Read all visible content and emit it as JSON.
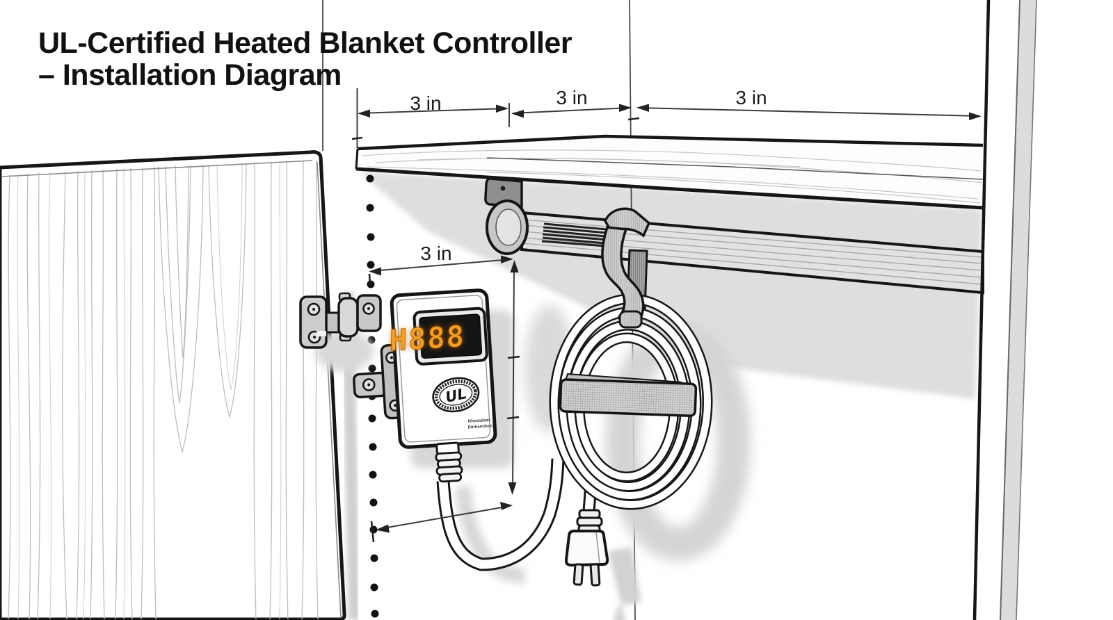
{
  "title": {
    "line1": "UL-Certified Heated Blanket Controller",
    "line2": "– Installation Diagram"
  },
  "dimensions": {
    "top": [
      "3 in",
      "3 in",
      "3 in"
    ],
    "controller_gap": "3 in"
  },
  "controller": {
    "display_value": "H888",
    "certification_mark": "UL",
    "fine_print_line1": "Rhestahtet",
    "fine_print_line2": "Dinhamiben"
  },
  "colors": {
    "background": "#ffffff",
    "line_art": "#161616",
    "wall_shadow": "#dcdcdc",
    "display_background": "#141414",
    "display_digits": "#f59d1e",
    "metal_gray": "#c9c9c9",
    "fabric_gray": "#d2d2d2"
  }
}
